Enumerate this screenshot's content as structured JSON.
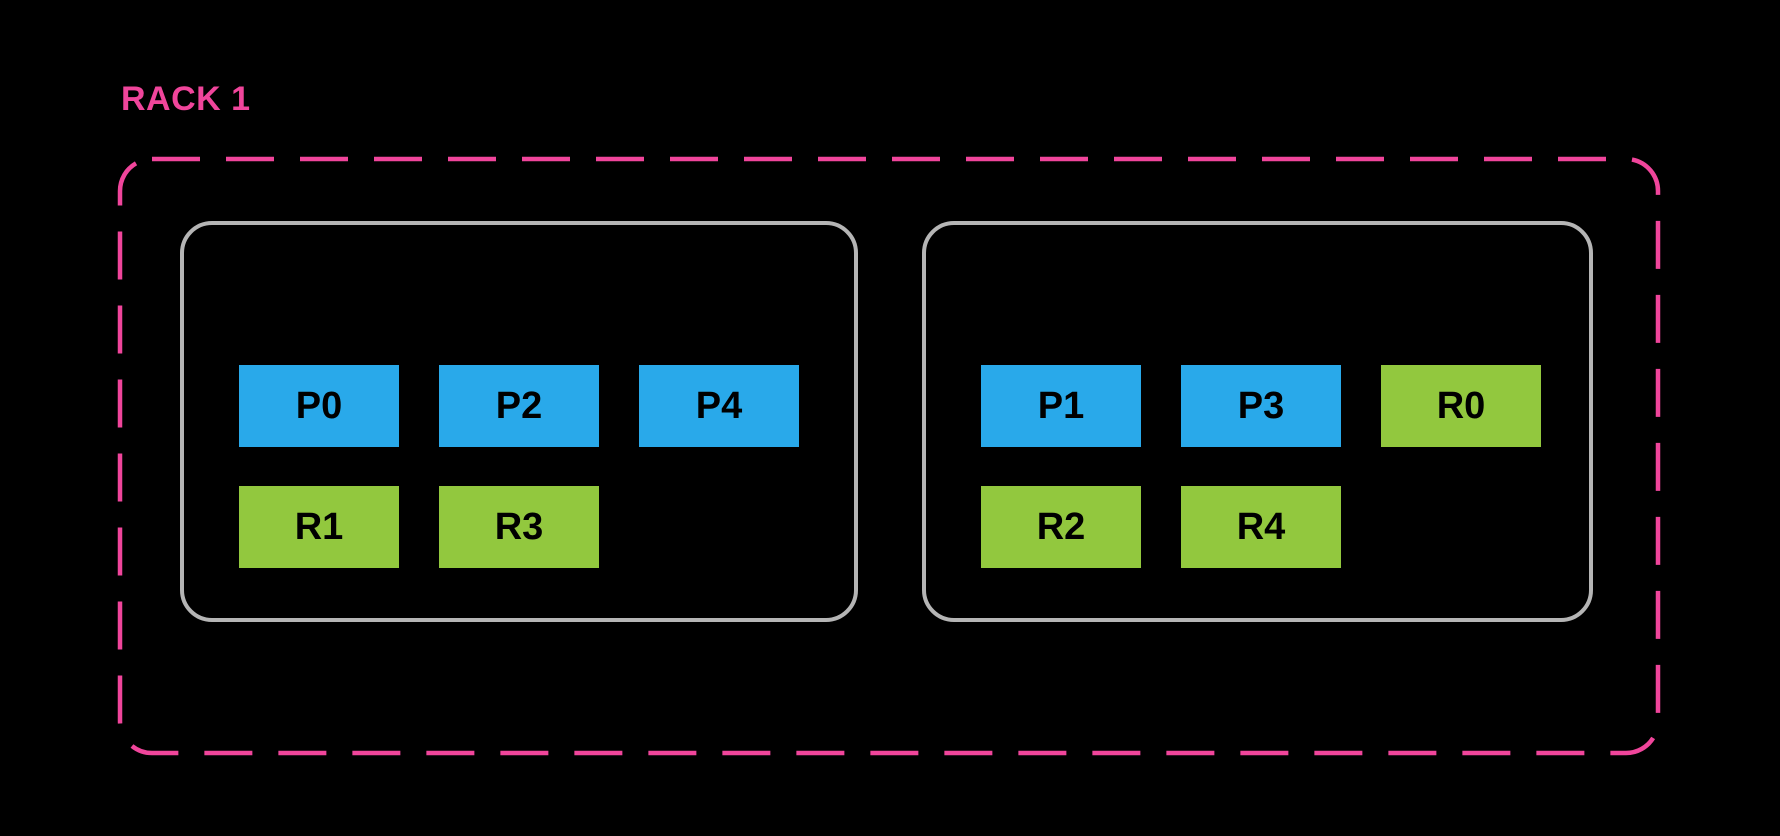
{
  "canvas": {
    "background": "#000000"
  },
  "rack": {
    "label": "RACK 1",
    "accent_color": "#F0459B",
    "node_border_color": "#B5B5B5",
    "box_text_color": "#000000",
    "legend_colors": {
      "blue": "#29A9EA",
      "green": "#92C83E"
    },
    "nodes": [
      {
        "boxes": [
          {
            "label": "P0",
            "color": "#29A9EA"
          },
          {
            "label": "P2",
            "color": "#29A9EA"
          },
          {
            "label": "P4",
            "color": "#29A9EA"
          },
          {
            "label": "R1",
            "color": "#92C83E"
          },
          {
            "label": "R3",
            "color": "#92C83E"
          }
        ]
      },
      {
        "boxes": [
          {
            "label": "P1",
            "color": "#29A9EA"
          },
          {
            "label": "P3",
            "color": "#29A9EA"
          },
          {
            "label": "R0",
            "color": "#92C83E"
          },
          {
            "label": "R2",
            "color": "#92C83E"
          },
          {
            "label": "R4",
            "color": "#92C83E"
          }
        ]
      }
    ]
  }
}
